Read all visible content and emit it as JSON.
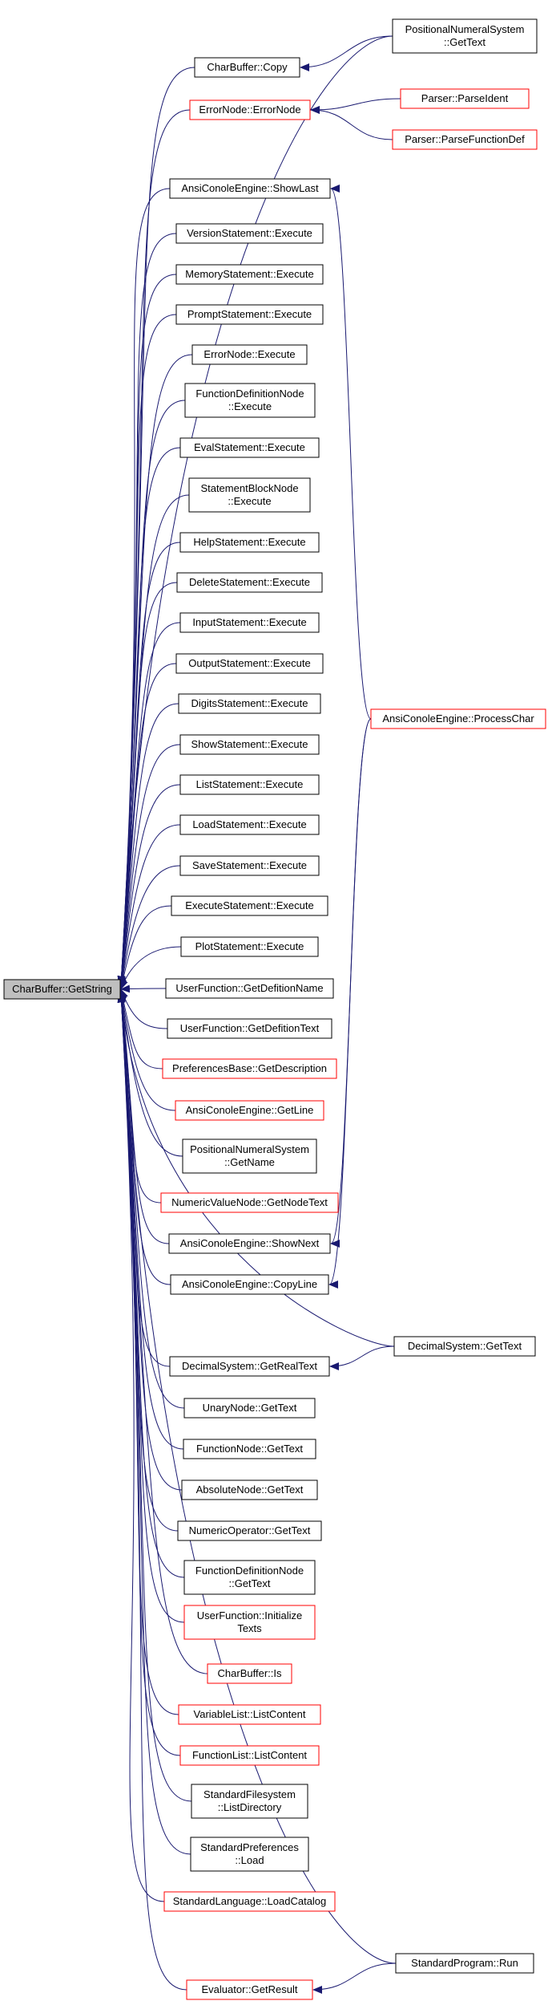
{
  "colors": {
    "edge": "#191970",
    "border_plain": "#000000",
    "border_linked": "#ff0000",
    "root_fill": "#bfbfbf",
    "node_fill": "#ffffff",
    "text": "#000000"
  },
  "nodes": [
    {
      "id": "root",
      "lines": [
        "CharBuffer::GetString"
      ],
      "style": "root"
    },
    {
      "id": "copy",
      "lines": [
        "CharBuffer::Copy"
      ],
      "style": "plain"
    },
    {
      "id": "errnode",
      "lines": [
        "ErrorNode::ErrorNode"
      ],
      "style": "linked"
    },
    {
      "id": "showlast",
      "lines": [
        "AnsiConoleEngine::ShowLast"
      ],
      "style": "plain"
    },
    {
      "id": "version",
      "lines": [
        "VersionStatement::Execute"
      ],
      "style": "plain"
    },
    {
      "id": "memory",
      "lines": [
        "MemoryStatement::Execute"
      ],
      "style": "plain"
    },
    {
      "id": "prompt",
      "lines": [
        "PromptStatement::Execute"
      ],
      "style": "plain"
    },
    {
      "id": "errexec",
      "lines": [
        "ErrorNode::Execute"
      ],
      "style": "plain"
    },
    {
      "id": "fdnexec",
      "lines": [
        "FunctionDefinitionNode",
        "::Execute"
      ],
      "style": "plain"
    },
    {
      "id": "eval",
      "lines": [
        "EvalStatement::Execute"
      ],
      "style": "plain"
    },
    {
      "id": "sbnexec",
      "lines": [
        "StatementBlockNode",
        "::Execute"
      ],
      "style": "plain"
    },
    {
      "id": "help",
      "lines": [
        "HelpStatement::Execute"
      ],
      "style": "plain"
    },
    {
      "id": "delete",
      "lines": [
        "DeleteStatement::Execute"
      ],
      "style": "plain"
    },
    {
      "id": "input",
      "lines": [
        "InputStatement::Execute"
      ],
      "style": "plain"
    },
    {
      "id": "output",
      "lines": [
        "OutputStatement::Execute"
      ],
      "style": "plain"
    },
    {
      "id": "digits",
      "lines": [
        "DigitsStatement::Execute"
      ],
      "style": "plain"
    },
    {
      "id": "show",
      "lines": [
        "ShowStatement::Execute"
      ],
      "style": "plain"
    },
    {
      "id": "list",
      "lines": [
        "ListStatement::Execute"
      ],
      "style": "plain"
    },
    {
      "id": "load",
      "lines": [
        "LoadStatement::Execute"
      ],
      "style": "plain"
    },
    {
      "id": "save",
      "lines": [
        "SaveStatement::Execute"
      ],
      "style": "plain"
    },
    {
      "id": "execute",
      "lines": [
        "ExecuteStatement::Execute"
      ],
      "style": "plain"
    },
    {
      "id": "plot",
      "lines": [
        "PlotStatement::Execute"
      ],
      "style": "plain"
    },
    {
      "id": "ufdefname",
      "lines": [
        "UserFunction::GetDefitionName"
      ],
      "style": "plain"
    },
    {
      "id": "ufdeftext",
      "lines": [
        "UserFunction::GetDefitionText"
      ],
      "style": "plain"
    },
    {
      "id": "prefdesc",
      "lines": [
        "PreferencesBase::GetDescription"
      ],
      "style": "linked"
    },
    {
      "id": "getline",
      "lines": [
        "AnsiConoleEngine::GetLine"
      ],
      "style": "linked"
    },
    {
      "id": "pnsname",
      "lines": [
        "PositionalNumeralSystem",
        "::GetName"
      ],
      "style": "plain"
    },
    {
      "id": "nvnnode",
      "lines": [
        "NumericValueNode::GetNodeText"
      ],
      "style": "linked"
    },
    {
      "id": "shownext",
      "lines": [
        "AnsiConoleEngine::ShowNext"
      ],
      "style": "plain"
    },
    {
      "id": "copyline",
      "lines": [
        "AnsiConoleEngine::CopyLine"
      ],
      "style": "plain"
    },
    {
      "id": "dsreal",
      "lines": [
        "DecimalSystem::GetRealText"
      ],
      "style": "plain"
    },
    {
      "id": "unary",
      "lines": [
        "UnaryNode::GetText"
      ],
      "style": "plain"
    },
    {
      "id": "funcnode",
      "lines": [
        "FunctionNode::GetText"
      ],
      "style": "plain"
    },
    {
      "id": "absnode",
      "lines": [
        "AbsoluteNode::GetText"
      ],
      "style": "plain"
    },
    {
      "id": "numop",
      "lines": [
        "NumericOperator::GetText"
      ],
      "style": "plain"
    },
    {
      "id": "fdntext",
      "lines": [
        "FunctionDefinitionNode",
        "::GetText"
      ],
      "style": "plain"
    },
    {
      "id": "ufinit",
      "lines": [
        "UserFunction::Initialize",
        "Texts"
      ],
      "style": "linked"
    },
    {
      "id": "cbis",
      "lines": [
        "CharBuffer::Is"
      ],
      "style": "linked"
    },
    {
      "id": "varlist",
      "lines": [
        "VariableList::ListContent"
      ],
      "style": "linked"
    },
    {
      "id": "funclist",
      "lines": [
        "FunctionList::ListContent"
      ],
      "style": "linked"
    },
    {
      "id": "stdfs",
      "lines": [
        "StandardFilesystem",
        "::ListDirectory"
      ],
      "style": "plain"
    },
    {
      "id": "stdprefs",
      "lines": [
        "StandardPreferences",
        "::Load"
      ],
      "style": "plain"
    },
    {
      "id": "stdlang",
      "lines": [
        "StandardLanguage::LoadCatalog"
      ],
      "style": "linked"
    },
    {
      "id": "evalres",
      "lines": [
        "Evaluator::GetResult"
      ],
      "style": "linked"
    },
    {
      "id": "pnstext",
      "lines": [
        "PositionalNumeralSystem",
        "::GetText"
      ],
      "style": "plain"
    },
    {
      "id": "parseident",
      "lines": [
        "Parser::ParseIdent"
      ],
      "style": "linked"
    },
    {
      "id": "parsefunc",
      "lines": [
        "Parser::ParseFunctionDef"
      ],
      "style": "linked"
    },
    {
      "id": "processchar",
      "lines": [
        "AnsiConoleEngine::ProcessChar"
      ],
      "style": "linked"
    },
    {
      "id": "dstext",
      "lines": [
        "DecimalSystem::GetText"
      ],
      "style": "plain"
    },
    {
      "id": "stdrun",
      "lines": [
        "StandardProgram::Run"
      ],
      "style": "plain"
    }
  ],
  "edges": [
    {
      "from": "copy",
      "to": "root"
    },
    {
      "from": "errnode",
      "to": "root"
    },
    {
      "from": "showlast",
      "to": "root"
    },
    {
      "from": "version",
      "to": "root"
    },
    {
      "from": "memory",
      "to": "root"
    },
    {
      "from": "prompt",
      "to": "root"
    },
    {
      "from": "errexec",
      "to": "root"
    },
    {
      "from": "fdnexec",
      "to": "root"
    },
    {
      "from": "eval",
      "to": "root"
    },
    {
      "from": "sbnexec",
      "to": "root"
    },
    {
      "from": "help",
      "to": "root"
    },
    {
      "from": "delete",
      "to": "root"
    },
    {
      "from": "input",
      "to": "root"
    },
    {
      "from": "output",
      "to": "root"
    },
    {
      "from": "digits",
      "to": "root"
    },
    {
      "from": "show",
      "to": "root"
    },
    {
      "from": "list",
      "to": "root"
    },
    {
      "from": "load",
      "to": "root"
    },
    {
      "from": "save",
      "to": "root"
    },
    {
      "from": "execute",
      "to": "root"
    },
    {
      "from": "plot",
      "to": "root"
    },
    {
      "from": "ufdefname",
      "to": "root"
    },
    {
      "from": "ufdeftext",
      "to": "root"
    },
    {
      "from": "prefdesc",
      "to": "root"
    },
    {
      "from": "getline",
      "to": "root"
    },
    {
      "from": "pnsname",
      "to": "root"
    },
    {
      "from": "nvnnode",
      "to": "root"
    },
    {
      "from": "shownext",
      "to": "root"
    },
    {
      "from": "copyline",
      "to": "root"
    },
    {
      "from": "dsreal",
      "to": "root"
    },
    {
      "from": "unary",
      "to": "root"
    },
    {
      "from": "funcnode",
      "to": "root"
    },
    {
      "from": "absnode",
      "to": "root"
    },
    {
      "from": "numop",
      "to": "root"
    },
    {
      "from": "fdntext",
      "to": "root"
    },
    {
      "from": "ufinit",
      "to": "root"
    },
    {
      "from": "cbis",
      "to": "root"
    },
    {
      "from": "varlist",
      "to": "root"
    },
    {
      "from": "funclist",
      "to": "root"
    },
    {
      "from": "stdfs",
      "to": "root"
    },
    {
      "from": "stdprefs",
      "to": "root"
    },
    {
      "from": "stdlang",
      "to": "root"
    },
    {
      "from": "evalres",
      "to": "root"
    },
    {
      "from": "pnstext",
      "to": "root"
    },
    {
      "from": "dstext",
      "to": "root"
    },
    {
      "from": "stdrun",
      "to": "root"
    },
    {
      "from": "pnstext",
      "to": "copy"
    },
    {
      "from": "parseident",
      "to": "errnode"
    },
    {
      "from": "parsefunc",
      "to": "errnode"
    },
    {
      "from": "processchar",
      "to": "showlast"
    },
    {
      "from": "processchar",
      "to": "shownext"
    },
    {
      "from": "processchar",
      "to": "copyline"
    },
    {
      "from": "dstext",
      "to": "dsreal"
    },
    {
      "from": "stdrun",
      "to": "evalres"
    }
  ]
}
